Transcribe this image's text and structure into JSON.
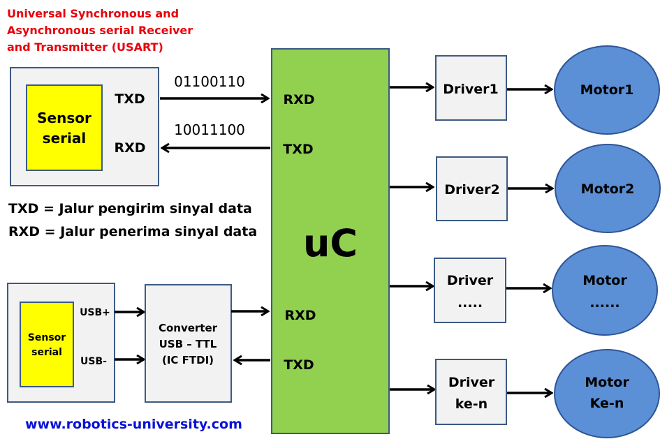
{
  "title": {
    "line1": "Universal Synchronous and",
    "line2": "Asynchronous serial Receiver",
    "line3": "and Transmitter (USART)"
  },
  "sensor1": {
    "label_line1": "Sensor",
    "label_line2": "serial",
    "txd": "TXD",
    "rxd": "RXD"
  },
  "signals": {
    "tx_bits": "01100110",
    "rx_bits": "10011100"
  },
  "legend": {
    "txd": "TXD = Jalur pengirim sinyal data",
    "rxd": "RXD = Jalur penerima sinyal data"
  },
  "uc": {
    "label": "uC",
    "rxd_top": "RXD",
    "txd_top": "TXD",
    "rxd_bottom": "RXD",
    "txd_bottom": "TXD"
  },
  "sensor2": {
    "label_line1": "Sensor",
    "label_line2": "serial",
    "usb_plus": "USB+",
    "usb_minus": "USB-"
  },
  "converter": {
    "line1": "Converter",
    "line2": "USB – TTL",
    "line3": "(IC FTDI)"
  },
  "drivers": [
    {
      "line1": "Driver1",
      "line2": ""
    },
    {
      "line1": "Driver2",
      "line2": ""
    },
    {
      "line1": "Driver",
      "line2": "....."
    },
    {
      "line1": "Driver",
      "line2": "ke-n"
    }
  ],
  "motors": [
    {
      "line1": "Motor1",
      "line2": ""
    },
    {
      "line1": "Motor2",
      "line2": ""
    },
    {
      "line1": "Motor",
      "line2": "......"
    },
    {
      "line1": "Motor",
      "line2": "Ke-n"
    }
  ],
  "website": "www.robotics-university.com",
  "colors": {
    "uc_fill": "#92d050",
    "sensor_fill": "#ffff00",
    "motor_fill": "#5b8fd6",
    "box_fill": "#f2f2f2",
    "border": "#3c5a82",
    "title_red": "#e8000b",
    "link_blue": "#0a12d6"
  }
}
